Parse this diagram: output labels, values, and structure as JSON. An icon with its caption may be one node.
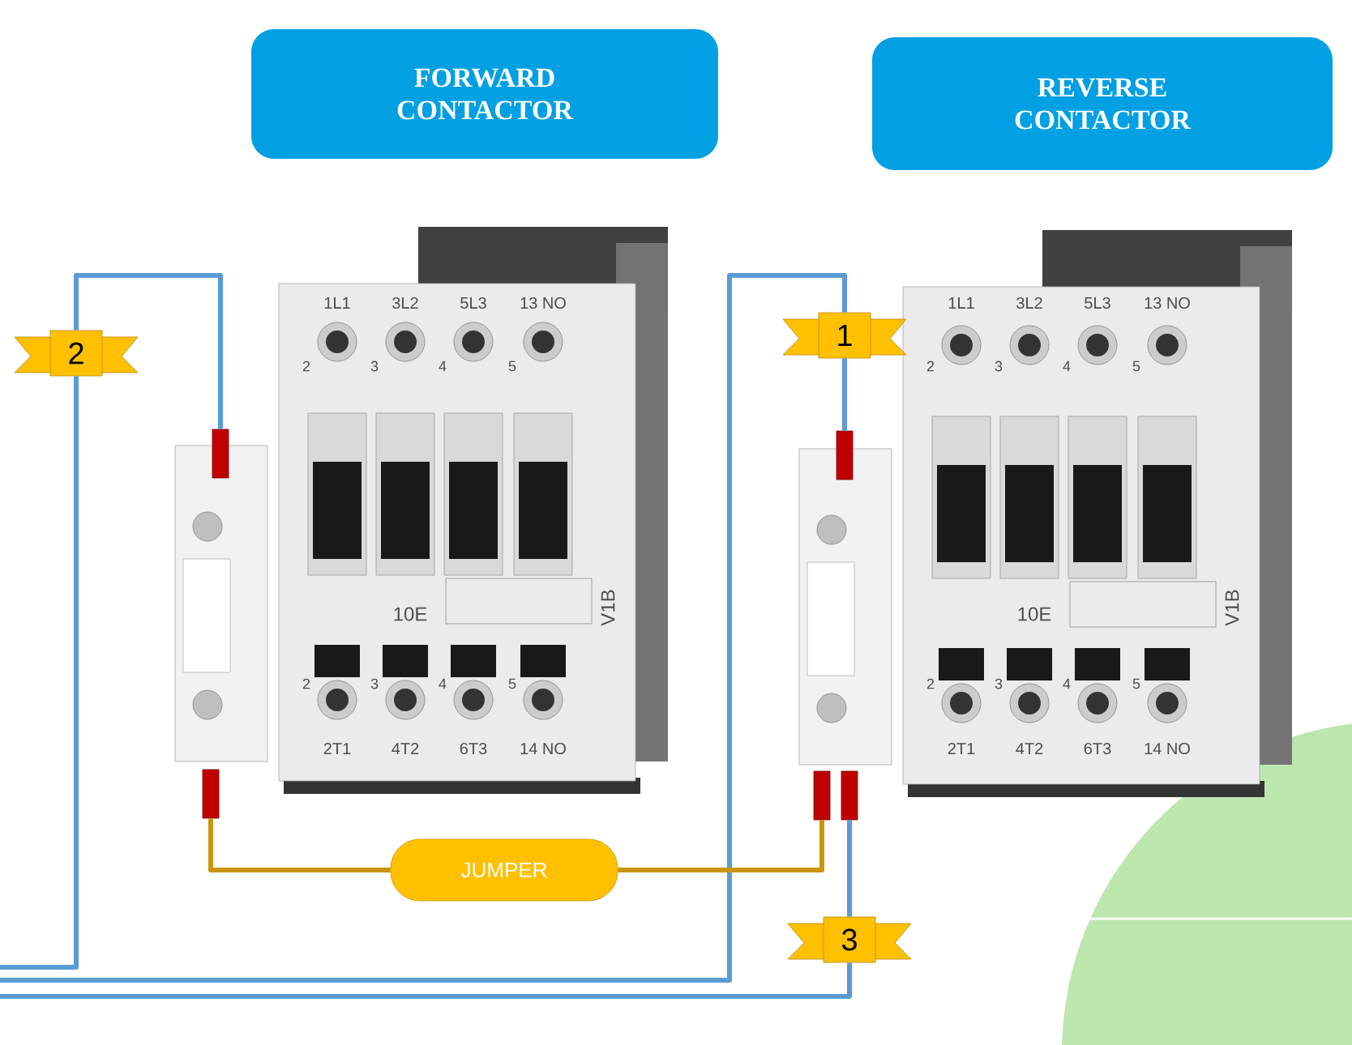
{
  "diagram": {
    "nodes": [
      {
        "text": [
          "FORWARD CONTACTOR"
        ]
      },
      {
        "text": [
          "REVERSE CONTACTOR"
        ]
      },
      {
        "text": [],
        "shape": "picture"
      },
      {
        "text": [],
        "shape": "picture"
      },
      {
        "text": [
          "2"
        ]
      },
      {
        "text": [
          "1"
        ]
      },
      {
        "text": [
          "3"
        ]
      },
      {
        "text": [
          "JUMPER"
        ]
      },
      {
        "text": [],
        "shape": "bar"
      },
      {
        "text": [],
        "shape": "bar"
      },
      {
        "text": [],
        "shape": "bar"
      },
      {
        "text": [],
        "shape": "bar"
      },
      {
        "text": [],
        "shape": "bar"
      }
    ],
    "edges": [
      {
        "from": null,
        "to": 4,
        "arrow": "none"
      },
      {
        "from": 4,
        "to": 8,
        "arrow": "none"
      },
      {
        "from": null,
        "to": 5,
        "arrow": "none"
      },
      {
        "from": 5,
        "to": 10,
        "arrow": "none"
      },
      {
        "from": null,
        "to": 6,
        "arrow": "none"
      },
      {
        "from": 6,
        "to": 12,
        "arrow": "none"
      },
      {
        "from": 9,
        "to": 7,
        "arrow": "none",
        "color": "#c8960a"
      },
      {
        "from": 7,
        "to": 11,
        "arrow": "none",
        "color": "#c8960a"
      }
    ],
    "labels": [
      "1L1",
      "3L2",
      "5L3",
      "13 NO",
      "2",
      "3",
      "4",
      "5",
      "10E",
      "V1B",
      "2",
      "3",
      "4",
      "5",
      "2T1",
      "4T2",
      "6T3",
      "14 NO",
      "1L1",
      "3L2",
      "5L3",
      "13 NO",
      "2",
      "3",
      "4",
      "5",
      "10E",
      "V1B",
      "2",
      "3",
      "4",
      "5",
      "2T1",
      "4T2",
      "6T3",
      "14 NO"
    ]
  }
}
